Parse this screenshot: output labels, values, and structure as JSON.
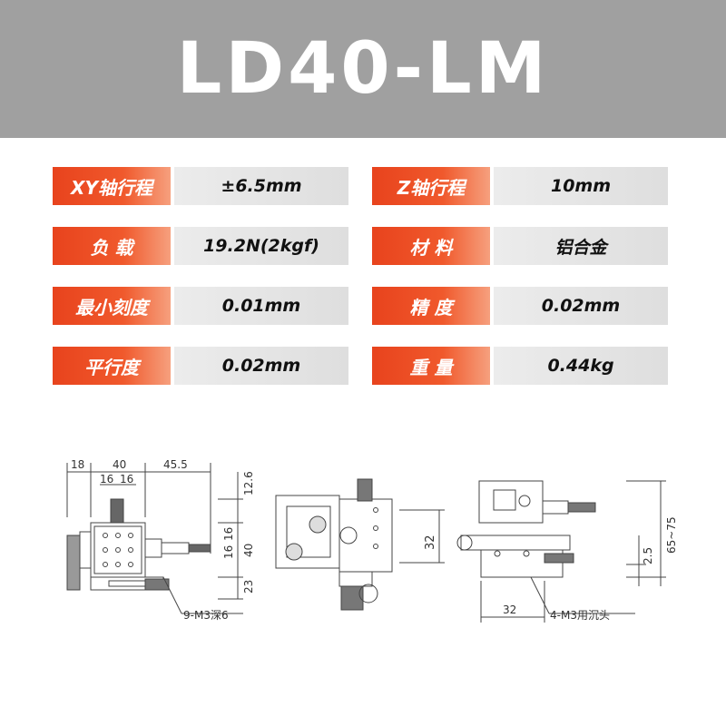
{
  "header": {
    "title": "LD40-LM"
  },
  "specs": [
    {
      "label1": "XY轴行程",
      "value1": "±6.5mm",
      "label2": "Z轴行程",
      "value2": "10mm"
    },
    {
      "label1": "负  载",
      "value1": "19.2N(2kgf)",
      "label2": "材  料",
      "value2": "铝合金"
    },
    {
      "label1": "最小刻度",
      "value1": "0.01mm",
      "label2": "精  度",
      "value2": "0.02mm"
    },
    {
      "label1": "平行度",
      "value1": "0.02mm",
      "label2": "重  量",
      "value2": "0.44kg"
    }
  ],
  "drawing": {
    "top_dims": [
      "18",
      "40",
      "45.5"
    ],
    "inner_dims": [
      "16",
      "16"
    ],
    "right_dims": [
      "12.6",
      "16",
      "16",
      "40",
      "23"
    ],
    "callout_left": "9-M3深6",
    "side_dim": "32",
    "right_view_dims": [
      "65~75",
      "2.5"
    ],
    "bottom_dim": "32",
    "callout_right": "4-M3用沉头"
  }
}
